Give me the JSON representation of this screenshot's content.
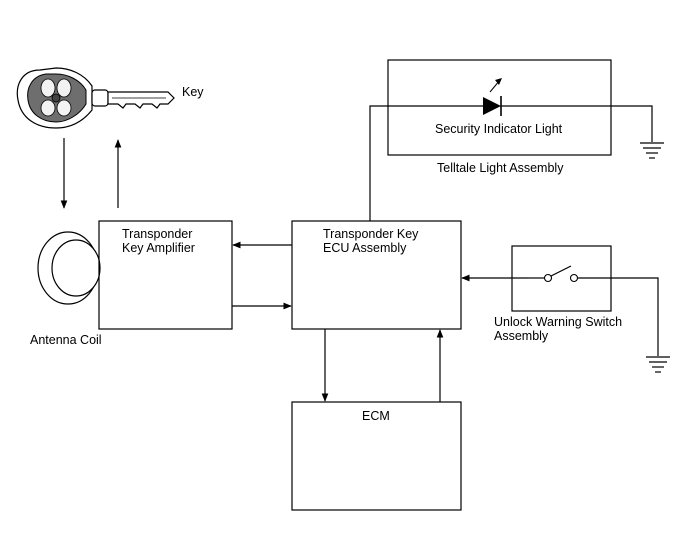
{
  "labels": {
    "key": "Key",
    "antenna_coil": "Antenna Coil",
    "amplifier_line1": "Transponder",
    "amplifier_line2": "Key Amplifier",
    "ecu_line1": "Transponder Key",
    "ecu_line2": "ECU Assembly",
    "ecm": "ECM",
    "security_light": "Security Indicator Light",
    "telltale_assembly": "Telltale Light Assembly",
    "unlock_switch_line1": "Unlock Warning Switch",
    "unlock_switch_line2": "Assembly"
  },
  "icons": {
    "key": "key-icon",
    "antenna": "antenna-coil-icon",
    "led": "led-icon",
    "switch": "switch-icon",
    "ground": "ground-icon"
  }
}
